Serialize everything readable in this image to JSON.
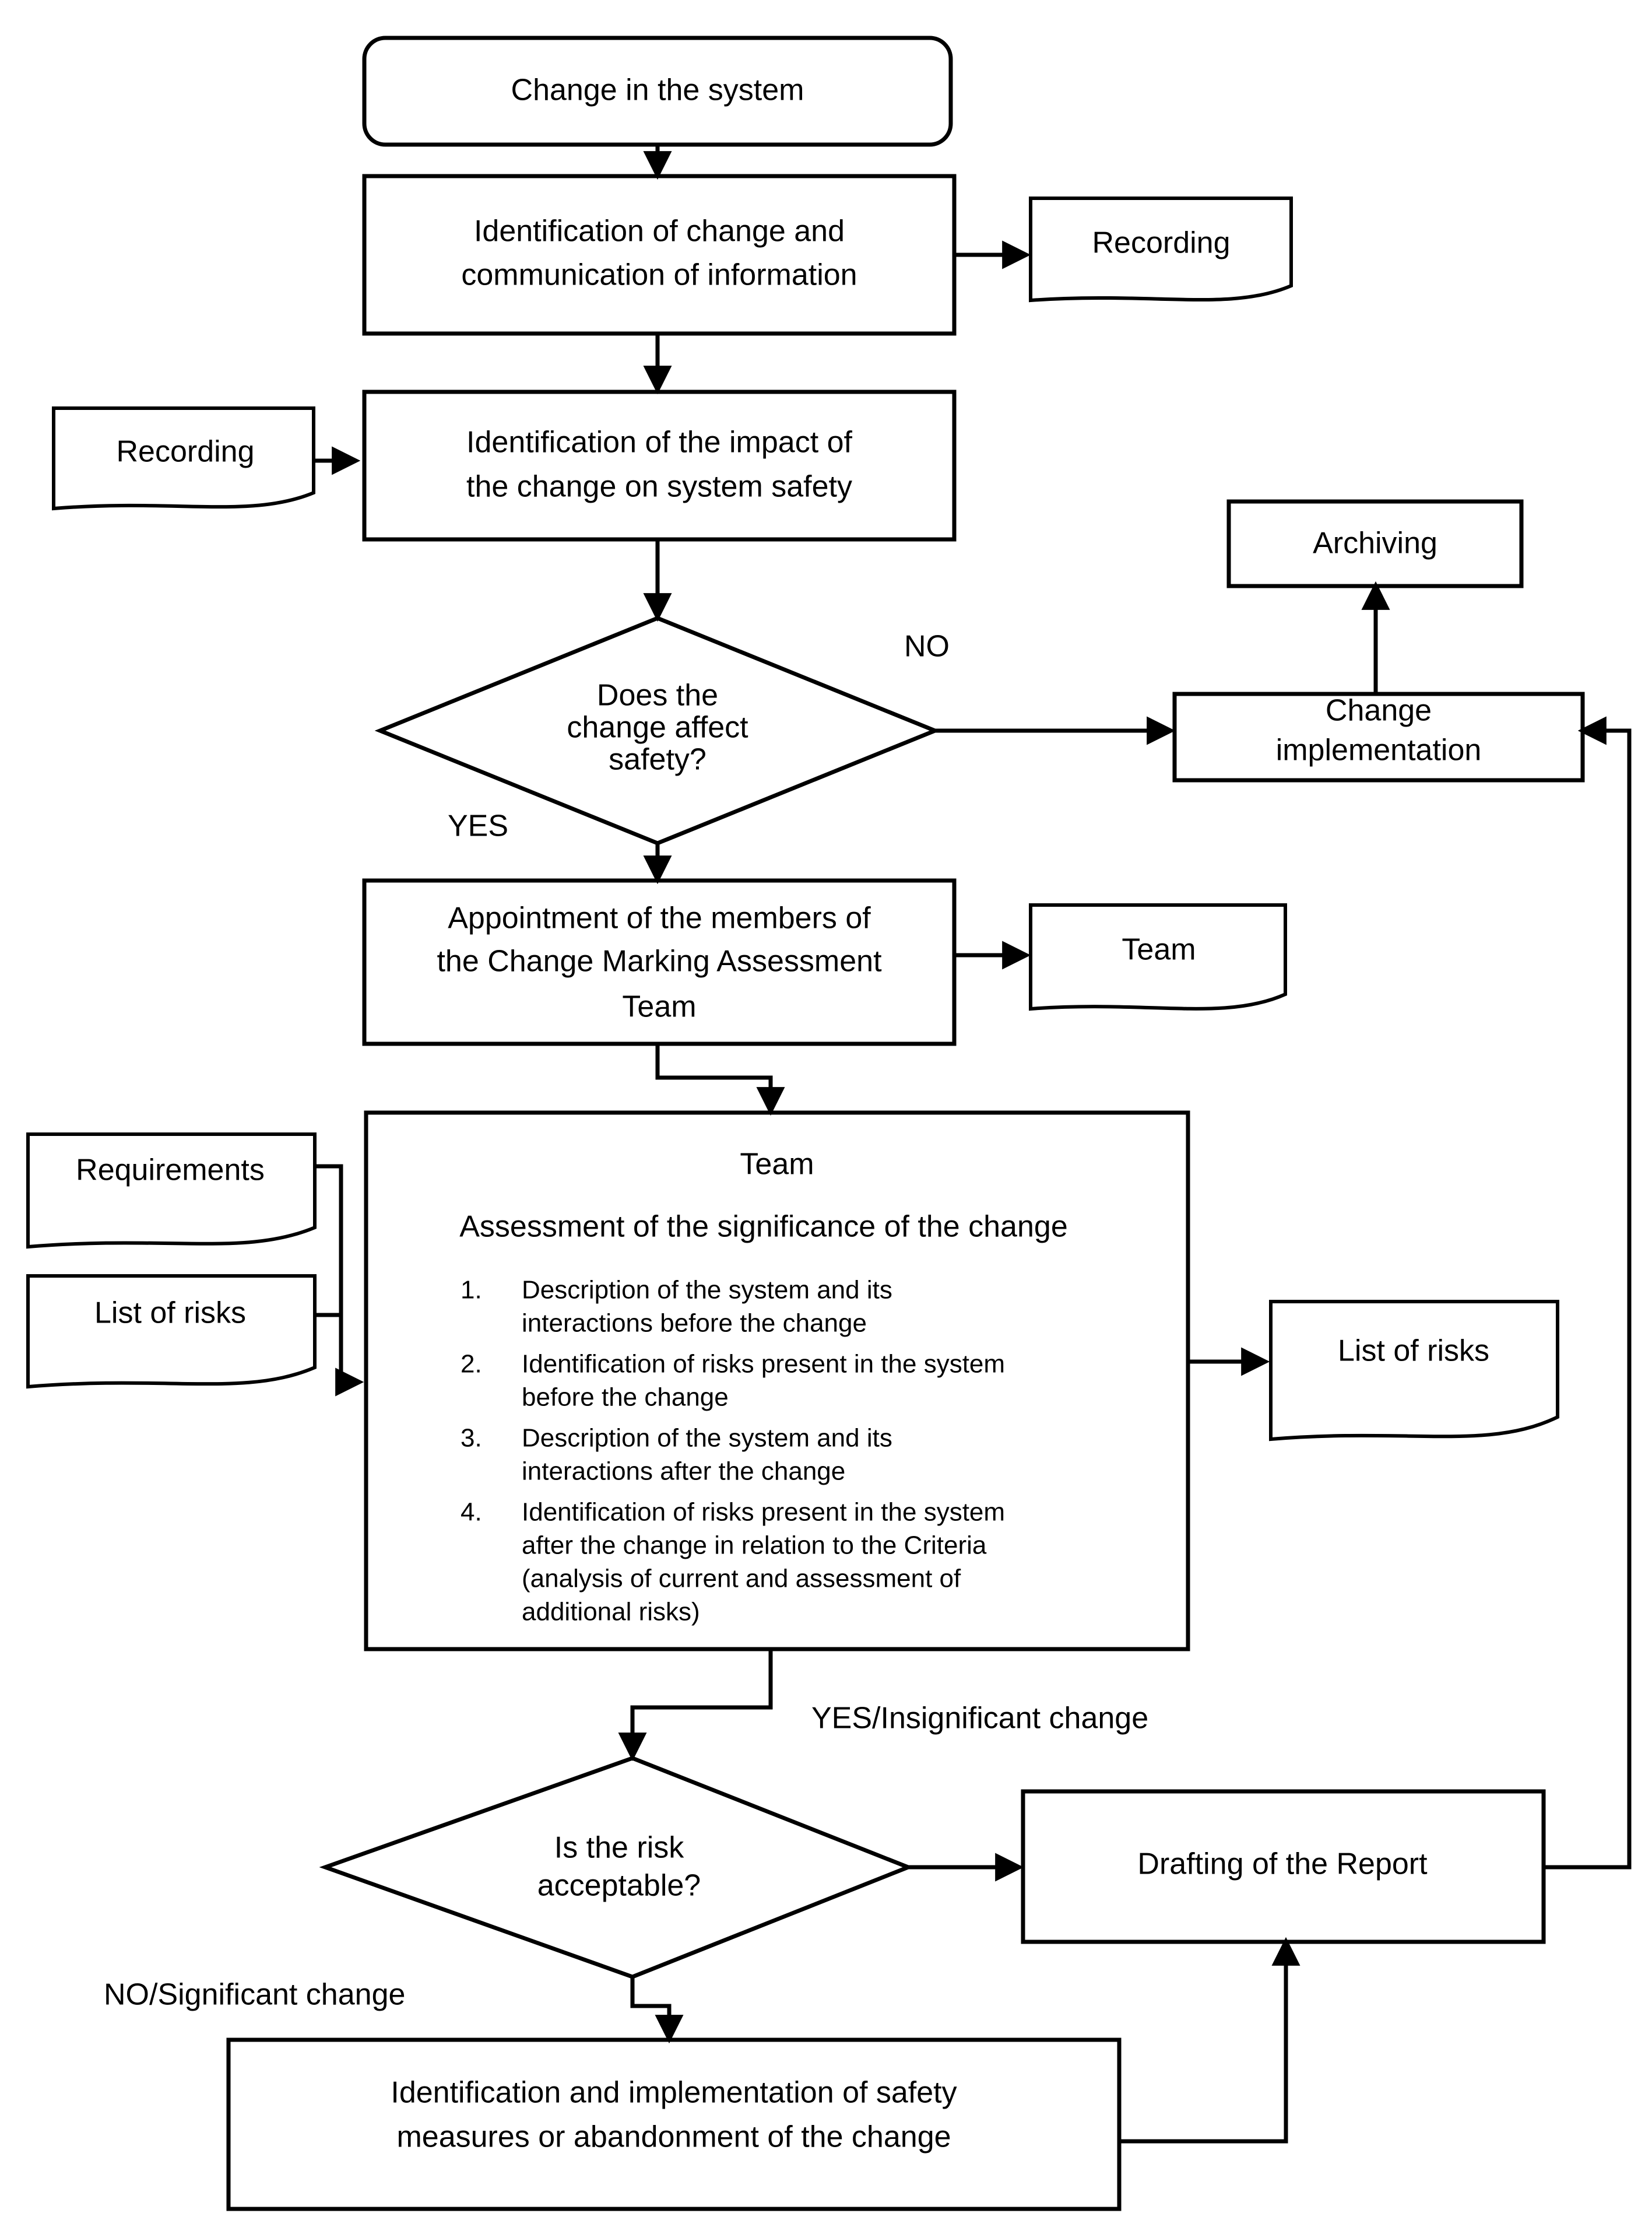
{
  "diagram": {
    "title": "Change management and safety assessment flowchart",
    "orientation": "top-to-bottom",
    "colors": {
      "stroke": "#000000",
      "fill": "#ffffff",
      "text": "#000000"
    },
    "nodes": {
      "start": {
        "label": "Change in the system",
        "shape": "rounded-rectangle"
      },
      "identify_change": {
        "line1": "Identification of change and",
        "line2": "communication of information",
        "shape": "process"
      },
      "recording_right": {
        "label": "Recording",
        "shape": "document"
      },
      "recording_left": {
        "label": "Recording",
        "shape": "document"
      },
      "identify_impact": {
        "line1": "Identification of the impact of",
        "line2": "the change on system safety",
        "shape": "process"
      },
      "decision_safety": {
        "line1": "Does the",
        "line2": "change affect",
        "line3": "safety?",
        "shape": "decision"
      },
      "archiving": {
        "label": "Archiving",
        "shape": "process"
      },
      "change_implementation": {
        "line1": "Change",
        "line2": "implementation",
        "shape": "process"
      },
      "appointment": {
        "line1": "Appointment of the members of",
        "line2": "the Change Marking Assessment",
        "line3": "Team",
        "shape": "process"
      },
      "team_doc": {
        "label": "Team",
        "shape": "document"
      },
      "requirements_doc": {
        "label": "Requirements",
        "shape": "document"
      },
      "list_of_risks_in_doc": {
        "label": "List of risks",
        "shape": "document"
      },
      "list_of_risks_out_doc": {
        "label": "List of risks",
        "shape": "document"
      },
      "assessment": {
        "heading": "Team",
        "subheading": "Assessment of the significance of the change",
        "shape": "process",
        "items": [
          {
            "number": "1.",
            "lines": [
              "Description of the system and its",
              "interactions before the change"
            ]
          },
          {
            "number": "2.",
            "lines": [
              "Identification of risks present in the system",
              "before the change"
            ]
          },
          {
            "number": "3.",
            "lines": [
              "Description of the system and its",
              "interactions after the change"
            ]
          },
          {
            "number": "4.",
            "lines": [
              "Identification of risks present in the system",
              "after the change in relation to the Criteria",
              "(analysis of current and assessment of",
              "additional risks)"
            ]
          }
        ]
      },
      "decision_risk": {
        "line1": "Is the risk",
        "line2": "acceptable?",
        "shape": "decision"
      },
      "drafting_report": {
        "label": "Drafting of the Report",
        "shape": "process"
      },
      "safety_measures": {
        "line1": "Identification and implementation of safety",
        "line2": "measures or abandonment of the change",
        "shape": "process"
      }
    },
    "edge_labels": {
      "no_safety": "NO",
      "yes_safety": "YES",
      "yes_insignificant": "YES/Insignificant change",
      "no_significant": "NO/Significant change"
    }
  }
}
